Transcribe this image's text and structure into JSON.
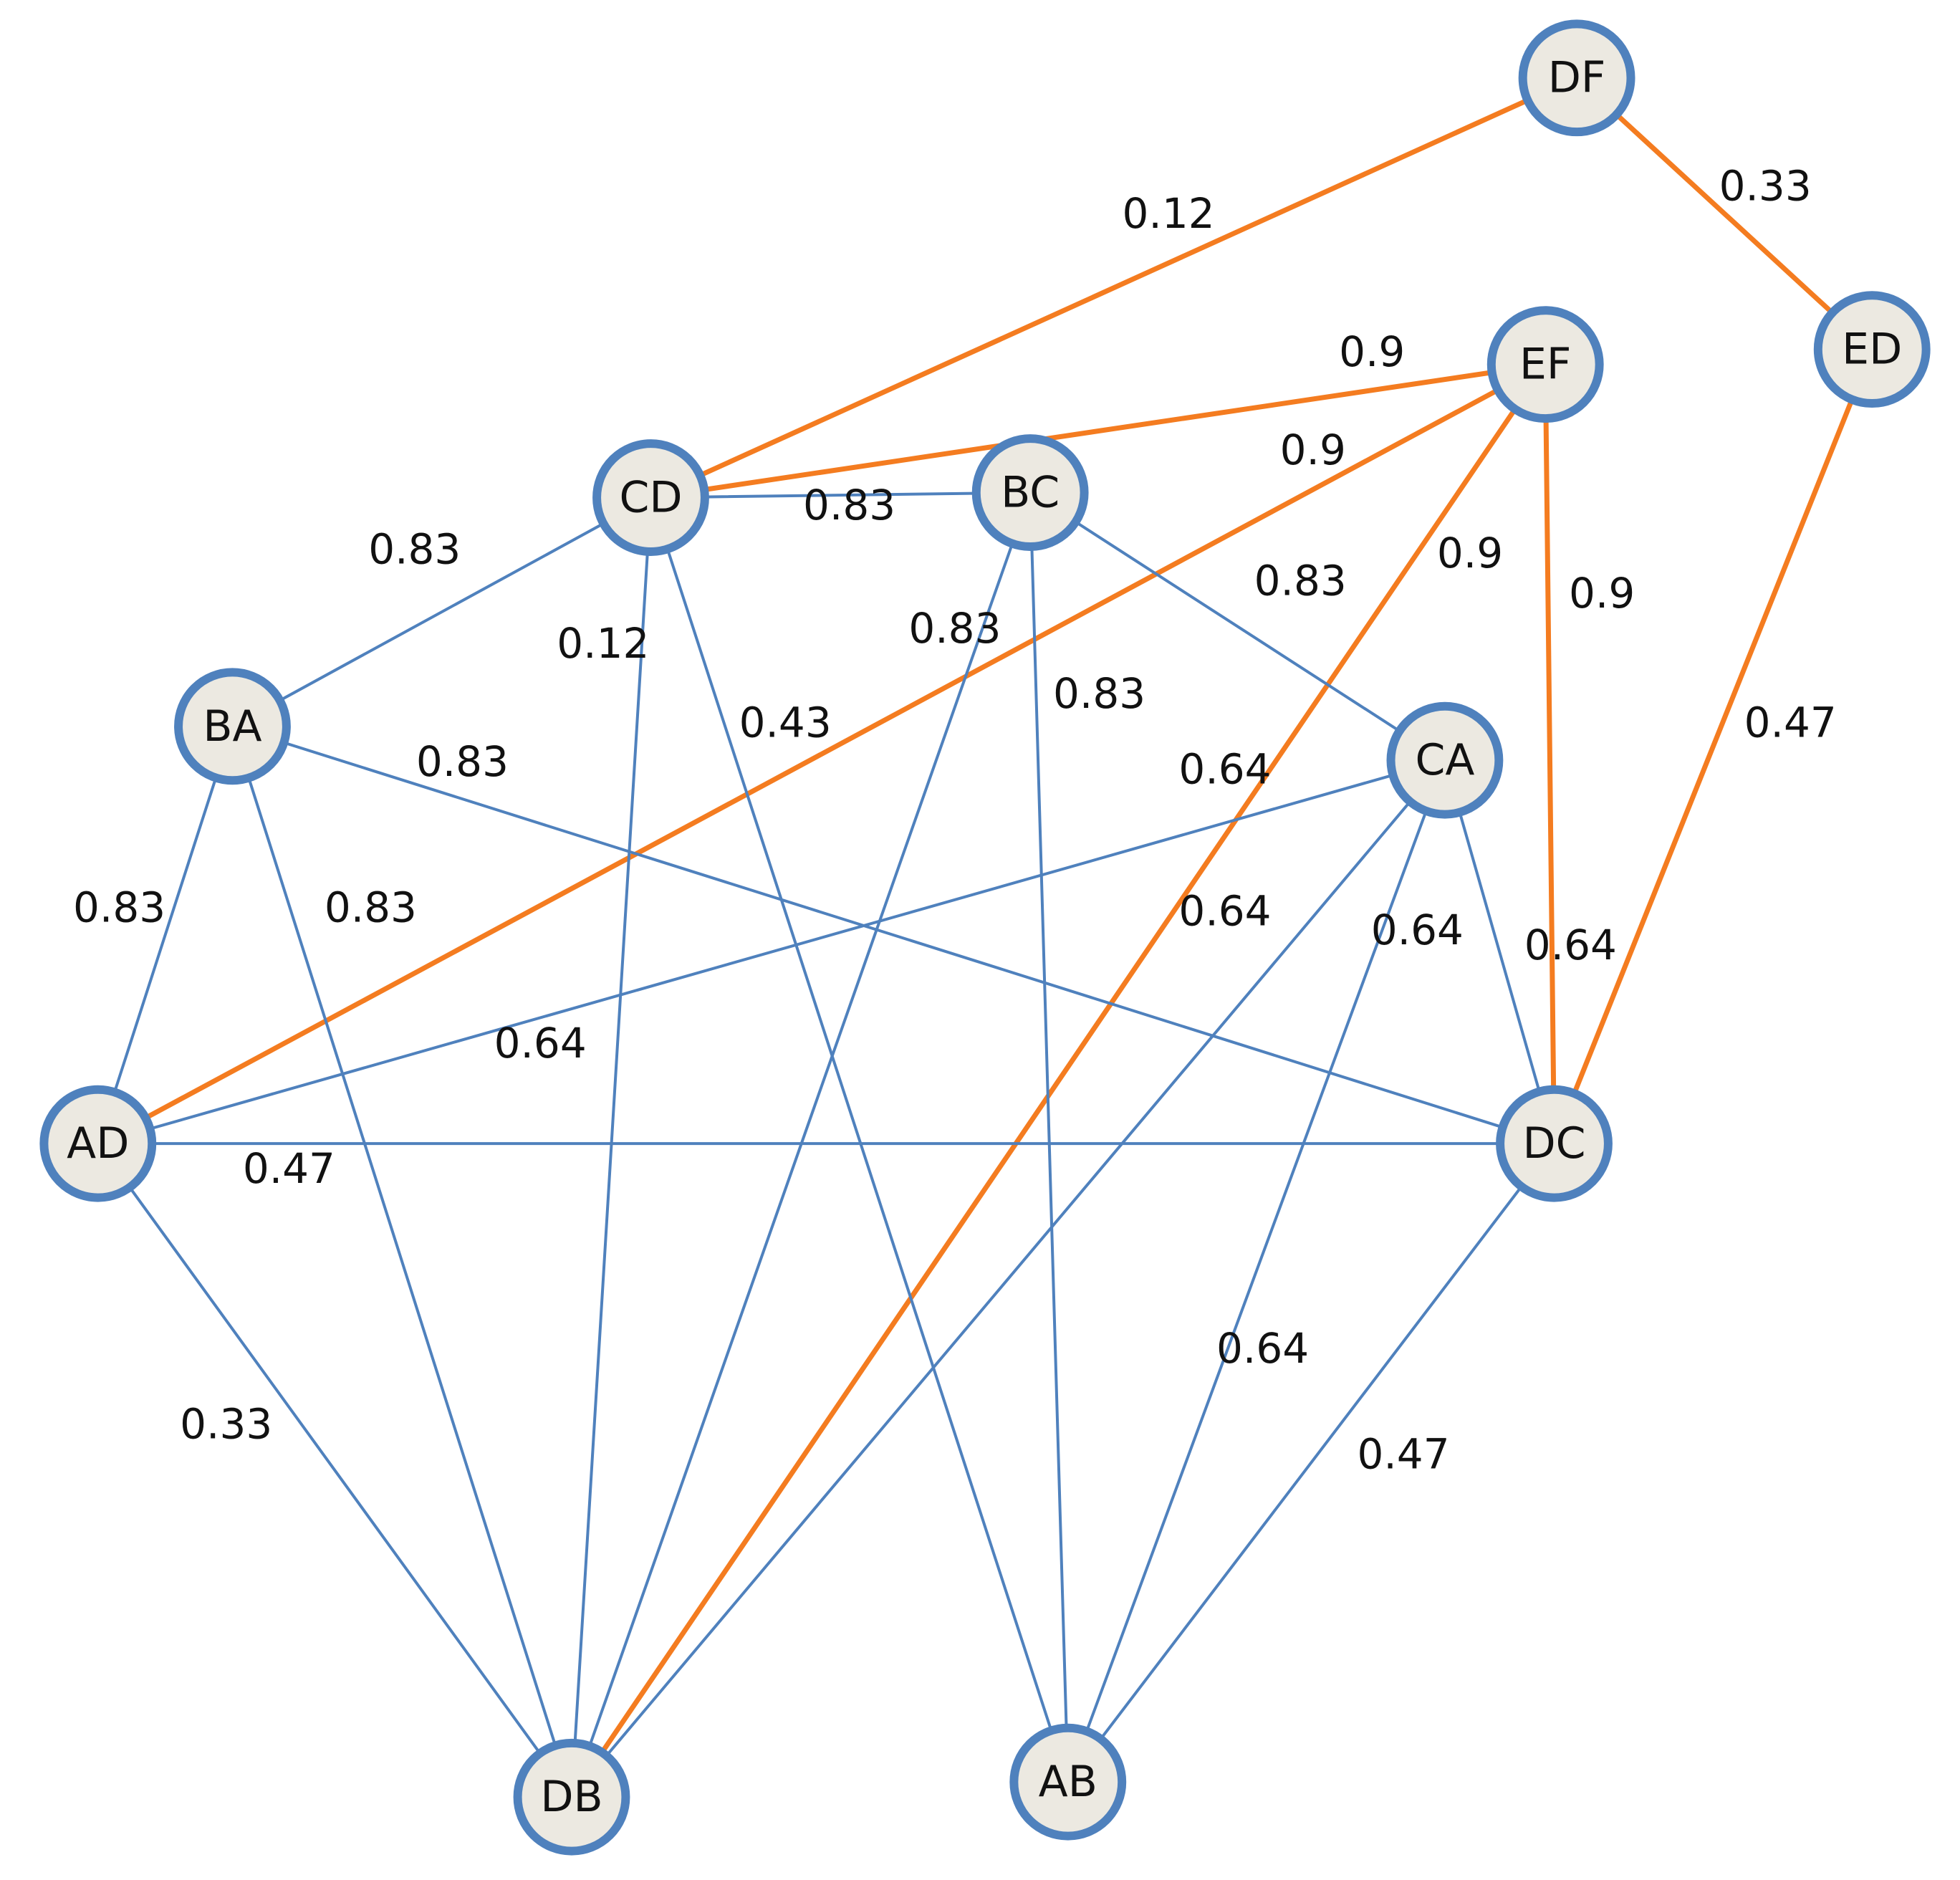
{
  "colors": {
    "blue_edge": "#4f81bd",
    "orange_edge": "#f47c20",
    "node_fill": "#ece9e1",
    "node_stroke": "#4f81bd",
    "label_text": "#111111"
  },
  "nodes": [
    {
      "id": "DF",
      "label": "DF"
    },
    {
      "id": "ED",
      "label": "ED"
    },
    {
      "id": "EF",
      "label": "EF"
    },
    {
      "id": "CD",
      "label": "CD"
    },
    {
      "id": "BC",
      "label": "BC"
    },
    {
      "id": "BA",
      "label": "BA"
    },
    {
      "id": "CA",
      "label": "CA"
    },
    {
      "id": "AD",
      "label": "AD"
    },
    {
      "id": "DC",
      "label": "DC"
    },
    {
      "id": "DB",
      "label": "DB"
    },
    {
      "id": "AB",
      "label": "AB"
    }
  ],
  "edges": [
    {
      "from": "DF",
      "to": "CD",
      "label": "0.12",
      "color": "orange"
    },
    {
      "from": "DF",
      "to": "ED",
      "label": "0.33",
      "color": "orange"
    },
    {
      "from": "EF",
      "to": "CD",
      "label": "0.9",
      "color": "orange"
    },
    {
      "from": "EF",
      "to": "AD",
      "label": "0.9",
      "color": "orange"
    },
    {
      "from": "EF",
      "to": "DB",
      "label": "0.9",
      "color": "orange"
    },
    {
      "from": "EF",
      "to": "DC",
      "label": "0.9",
      "color": "orange"
    },
    {
      "from": "ED",
      "to": "DC",
      "label": "0.47",
      "color": "orange"
    },
    {
      "from": "CD",
      "to": "BC",
      "label": "0.83",
      "color": "blue"
    },
    {
      "from": "CD",
      "to": "BA",
      "label": "0.83",
      "color": "blue"
    },
    {
      "from": "CD",
      "to": "DB",
      "label": "0.12",
      "color": "blue"
    },
    {
      "from": "CD",
      "to": "AB",
      "label": "0.43",
      "color": "blue"
    },
    {
      "from": "BC",
      "to": "CA",
      "label": "0.83",
      "color": "blue"
    },
    {
      "from": "BC",
      "to": "DB",
      "label": "0.83",
      "color": "blue"
    },
    {
      "from": "BC",
      "to": "AB",
      "label": "0.83",
      "color": "blue"
    },
    {
      "from": "BA",
      "to": "DC",
      "label": "0.83",
      "color": "blue"
    },
    {
      "from": "BA",
      "to": "AD",
      "label": "0.83",
      "color": "blue"
    },
    {
      "from": "BA",
      "to": "DB",
      "label": "0.83",
      "color": "blue"
    },
    {
      "from": "CA",
      "to": "AD",
      "label": "0.64",
      "color": "blue"
    },
    {
      "from": "CA",
      "to": "DB",
      "label": "0.64",
      "color": "blue"
    },
    {
      "from": "CA",
      "to": "AB",
      "label": "0.64",
      "color": "blue"
    },
    {
      "from": "CA",
      "to": "DC",
      "label": "0.64",
      "color": "blue"
    },
    {
      "from": "AD",
      "to": "DC",
      "label": "0.47",
      "color": "blue"
    },
    {
      "from": "AD",
      "to": "DB",
      "label": "0.33",
      "color": "blue"
    },
    {
      "from": "DC",
      "to": "AB",
      "label": "0.47",
      "color": "blue"
    }
  ],
  "extra_labels": [
    {
      "label": "0.64"
    },
    {
      "label": "0.64"
    }
  ]
}
